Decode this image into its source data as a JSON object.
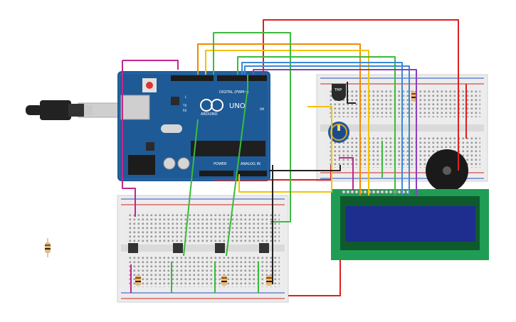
{
  "colors": {
    "board": "#1e5a96",
    "board_dark": "#164a7c",
    "breadboard": "#ececec",
    "rail_red": "#d62020",
    "rail_blue": "#2050c8",
    "lcd_pcb": "#1f9d55",
    "lcd_screen": "#1d2e8f",
    "wire_red": "#d92121",
    "wire_orange": "#f08a00",
    "wire_yellow": "#f2c200",
    "wire_green": "#3cbb3c",
    "wire_blue": "#3a8ad6",
    "wire_purple": "#8a3fc0",
    "wire_black": "#222222",
    "wire_magenta": "#c0288a"
  },
  "arduino": {
    "brand": "ARDUINO",
    "model": "UNO",
    "digital_label": "DIGITAL (PWM~)",
    "power_label": "POWER",
    "analog_label": "ANALOG IN",
    "on_label": "ON",
    "tx_label": "TX",
    "rx_label": "RX",
    "l_label": "L"
  },
  "sensor": {
    "label": "TMP"
  },
  "icons": {
    "usb": "usb-plug-icon",
    "buzzer": "piezo-buzzer-icon",
    "potentiometer": "potentiometer-icon"
  }
}
